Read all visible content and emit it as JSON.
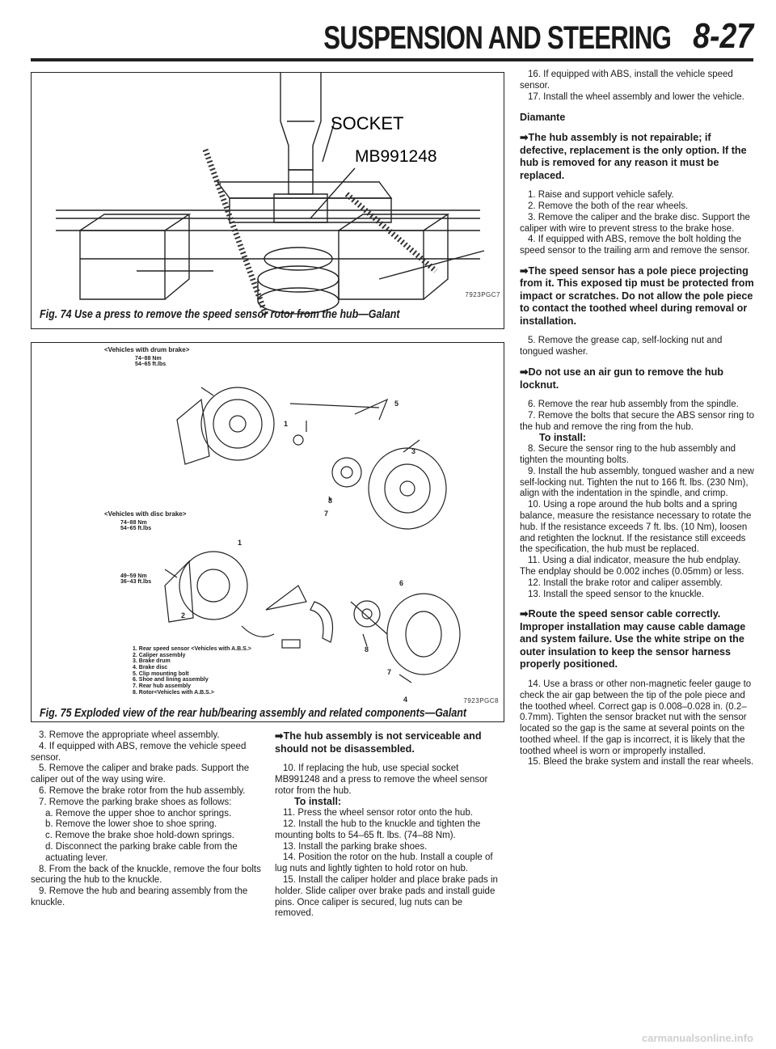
{
  "header": {
    "title": "SUSPENSION AND STEERING",
    "page": "8-27"
  },
  "fig74": {
    "label_socket": "SOCKET",
    "label_tool": "MB991248",
    "id": "7923PGC7",
    "caption": "Fig. 74 Use a press to remove the speed sensor rotor from the hub—Galant"
  },
  "fig75": {
    "label_drum": "<Vehicles with drum brake>",
    "torque_drum": "74–88 Nm\n54–65 ft.lbs",
    "label_disc": "<Vehicles with disc brake>",
    "torque_disc": "74–88 Nm\n54–65 ft.lbs",
    "torque_caliper": "49–59 Nm\n36–43 ft.lbs",
    "legend": [
      "1. Rear speed sensor <Vehicles with A.B.S.>",
      "2. Caliper assembly",
      "3. Brake drum",
      "4. Brake disc",
      "5. Clip mounting bolt",
      "6. Shoe and lining assembly",
      "7. Rear hub assembly",
      "8. Rotor<Vehicles with A.B.S.>"
    ],
    "id": "7923PGC8",
    "caption": "Fig. 75 Exploded view of the rear hub/bearing assembly and related components—Galant"
  },
  "col1": [
    "3. Remove the appropriate wheel assembly.",
    "4. If equipped with ABS, remove the vehicle speed sensor.",
    "5. Remove the caliper and brake pads. Support the caliper out of the way using wire.",
    "6. Remove the brake rotor from the hub assembly.",
    "7. Remove the parking brake shoes as follows:",
    "a. Remove the upper shoe to anchor springs.",
    "b. Remove the lower shoe to shoe spring.",
    "c. Remove the brake shoe hold-down springs.",
    "d. Disconnect the parking brake cable from the actuating lever.",
    "8. From the back of the knuckle, remove the four bolts securing the hub to the knuckle.",
    "9. Remove the hub and bearing assembly from the knuckle."
  ],
  "col2": {
    "note": "➡The hub assembly is not serviceable and should not be disassembled.",
    "p10": "10. If replacing the hub, use special socket MB991248 and a press to remove the wheel sensor rotor from the hub.",
    "install": "To install:",
    "steps": [
      "11. Press the wheel sensor rotor onto the hub.",
      "12. Install the hub to the knuckle and tighten the mounting bolts to 54–65 ft. lbs. (74–88 Nm).",
      "13. Install the parking brake shoes.",
      "14. Position the rotor on the hub. Install a couple of lug nuts and lightly tighten to hold rotor on hub.",
      "15. Install the caliper holder and place brake pads in holder. Slide caliper over brake pads and install guide pins. Once caliper is secured, lug nuts can be removed."
    ]
  },
  "col3": {
    "p16": "16. If equipped with ABS, install the vehicle speed sensor.",
    "p17": "17. Install the wheel assembly and lower the vehicle.",
    "heading": "Diamante",
    "note1": "➡The hub assembly is not repairable; if defective, replacement is the only option. If the hub is removed for any reason it must be replaced.",
    "steps_a": [
      "1. Raise and support vehicle safely.",
      "2. Remove the both of the rear wheels.",
      "3. Remove the caliper and the brake disc. Support the caliper with wire to prevent stress to the brake hose.",
      "4. If equipped with ABS, remove the bolt holding the speed sensor to the trailing arm and remove the sensor."
    ],
    "note2": "➡The speed sensor has a pole piece projecting from it. This exposed tip must be protected from impact or scratches. Do not allow the pole piece to contact the toothed wheel during removal or installation.",
    "p5": "5. Remove the grease cap, self-locking nut and tongued washer.",
    "note3": "➡Do not use an air gun to remove the hub locknut.",
    "steps_b": [
      "6. Remove the rear hub assembly from the spindle.",
      "7. Remove the bolts that secure the ABS sensor ring to the hub and remove the ring from the hub."
    ],
    "install": "To install:",
    "steps_c": [
      "8. Secure the sensor ring to the hub assembly and tighten the mounting bolts.",
      "9. Install the hub assembly, tongued washer and a new self-locking nut. Tighten the nut to 166 ft. lbs. (230 Nm), align with the indentation in the spindle, and crimp.",
      "10. Using a rope around the hub bolts and a spring balance, measure the resistance necessary to rotate the hub. If the resistance exceeds 7 ft. lbs. (10 Nm), loosen and retighten the locknut. If the resistance still exceeds the specification, the hub must be replaced.",
      "11. Using a dial indicator, measure the hub endplay. The endplay should be 0.002 inches (0.05mm) or less.",
      "12. Install the brake rotor and caliper assembly.",
      "13. Install the speed sensor to the knuckle."
    ],
    "note4": "➡Route the speed sensor cable correctly. Improper installation may cause cable damage and system failure. Use the white stripe on the outer insulation to keep the sensor harness properly positioned.",
    "steps_d": [
      "14. Use a brass or other non-magnetic feeler gauge to check the air gap between the tip of the pole piece and the toothed wheel. Correct gap is 0.008–0.028 in. (0.2–0.7mm). Tighten the sensor bracket nut with the sensor located so the gap is the same at several points on the toothed wheel. If the gap is incorrect, it is likely that the toothed wheel is worn or improperly installed.",
      "15. Bleed the brake system and install the rear wheels."
    ]
  },
  "footer": "carmanualsonline.info"
}
